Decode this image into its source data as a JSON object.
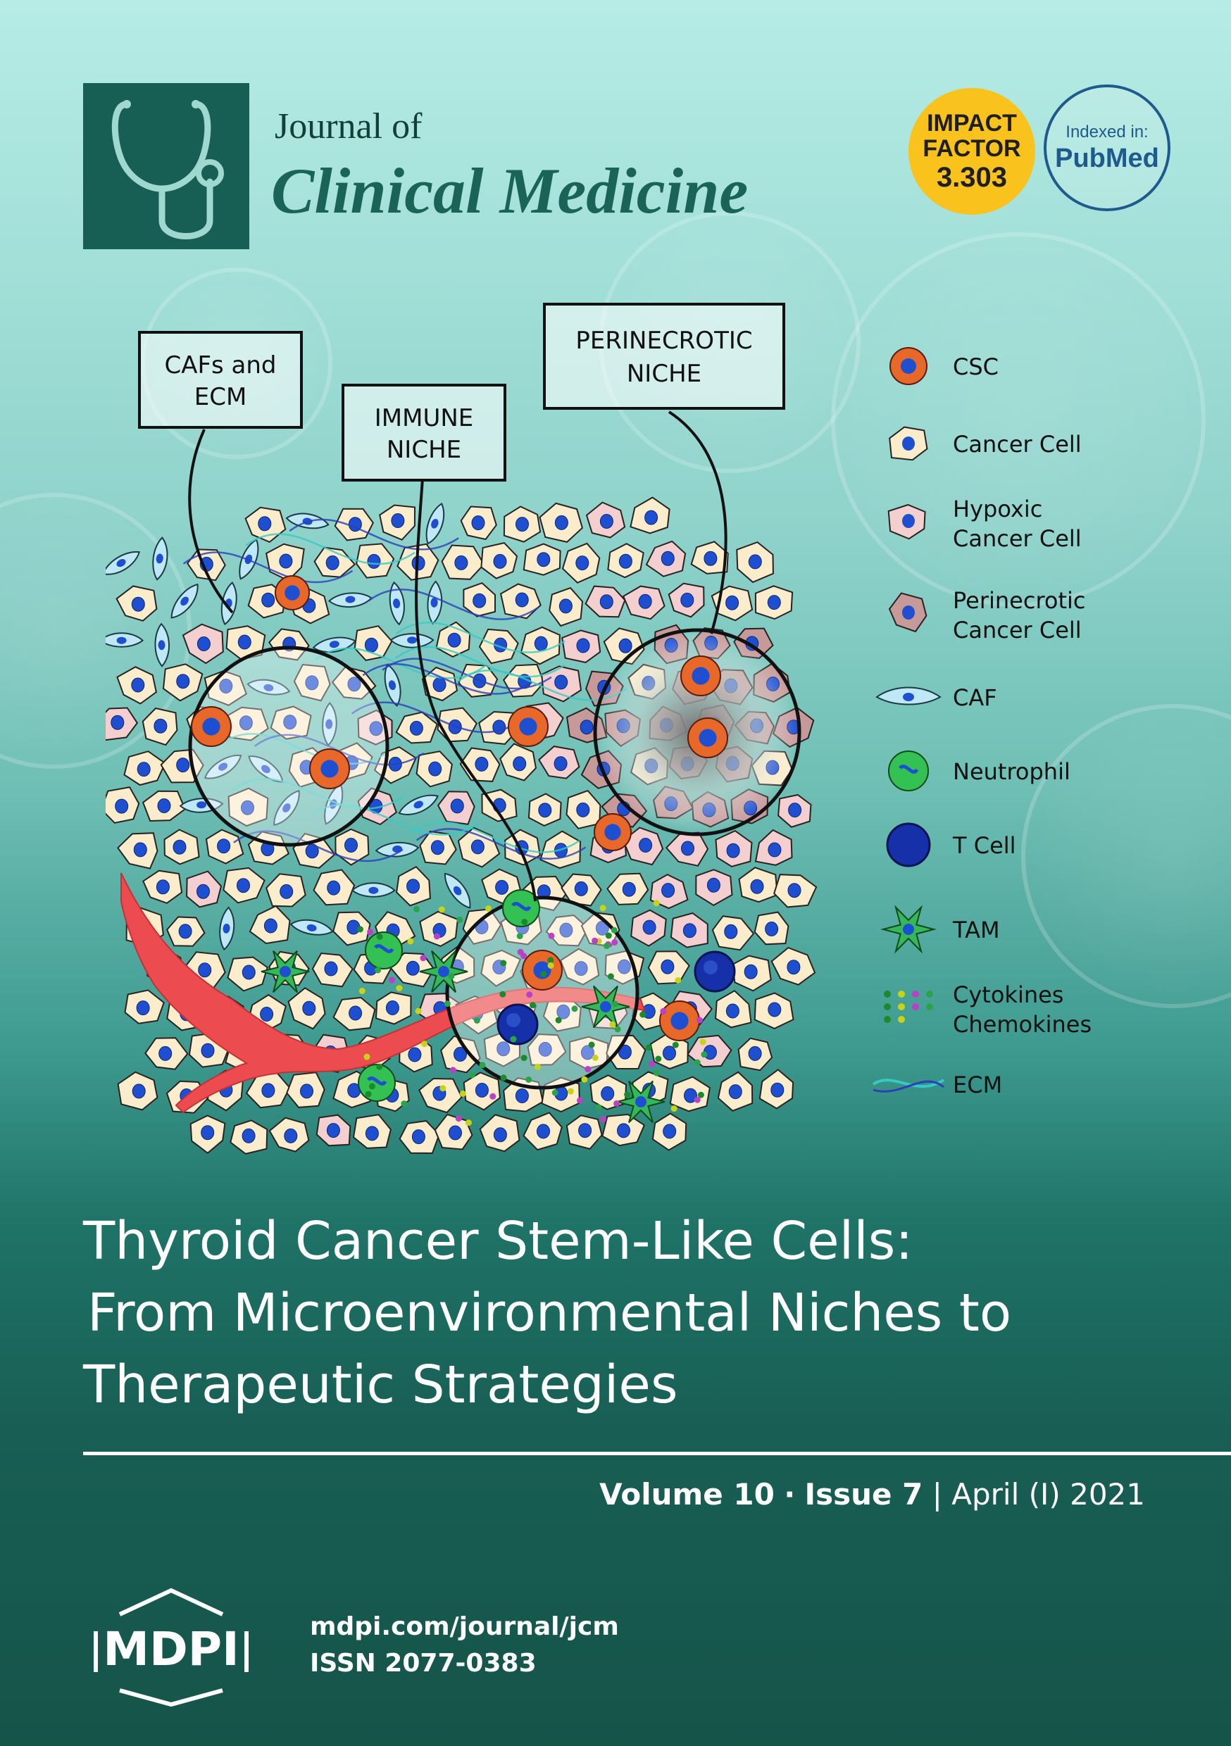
{
  "header": {
    "journal_of": "Journal of",
    "journal_name": "Clinical Medicine",
    "impact_line1": "IMPACT",
    "impact_line2": "FACTOR",
    "impact_value": "3.303",
    "indexed_label": "Indexed in:",
    "indexed_db": "PubMed",
    "logo_icon": "stethoscope-icon"
  },
  "figure": {
    "callouts": {
      "cafs_line1": "CAFs and",
      "cafs_line2": "ECM",
      "immune_line1": "IMMUNE",
      "immune_line2": "NICHE",
      "perinecrotic_line1": "PERINECROTIC",
      "perinecrotic_line2": "NICHE"
    },
    "legend": [
      {
        "line1": "CSC",
        "line2": ""
      },
      {
        "line1": "Cancer Cell",
        "line2": ""
      },
      {
        "line1": "Hypoxic",
        "line2": "Cancer Cell"
      },
      {
        "line1": "Perinecrotic",
        "line2": "Cancer Cell"
      },
      {
        "line1": "CAF",
        "line2": ""
      },
      {
        "line1": "Neutrophil",
        "line2": ""
      },
      {
        "line1": "T Cell",
        "line2": ""
      },
      {
        "line1": "TAM",
        "line2": ""
      },
      {
        "line1": "Cytokines",
        "line2": "Chemokines"
      },
      {
        "line1": "ECM",
        "line2": ""
      }
    ],
    "colors": {
      "cancer_cell": "#fbeccb",
      "hypoxic_cell": "#f3cfcf",
      "perinecrotic_cell": "#c79a9a",
      "nucleus": "#1f4fd1",
      "csc_outer": "#e8682a",
      "caf": "#bfe8f7",
      "neutrophil": "#33c153",
      "tcell": "#1530a8",
      "vessel": "#e8474a"
    }
  },
  "headline": {
    "line1": "Thyroid Cancer Stem-Like Cells:",
    "line2": "From Microenvironmental Niches to",
    "line3": "Therapeutic Strategies"
  },
  "issue": {
    "volume": "Volume 10",
    "sep": "·",
    "issue": "Issue 7",
    "bar": "|",
    "date": "April (I) 2021"
  },
  "footer": {
    "publisher": "MDPI",
    "url": "mdpi.com/journal/jcm",
    "issn": "ISSN 2077-0383"
  }
}
